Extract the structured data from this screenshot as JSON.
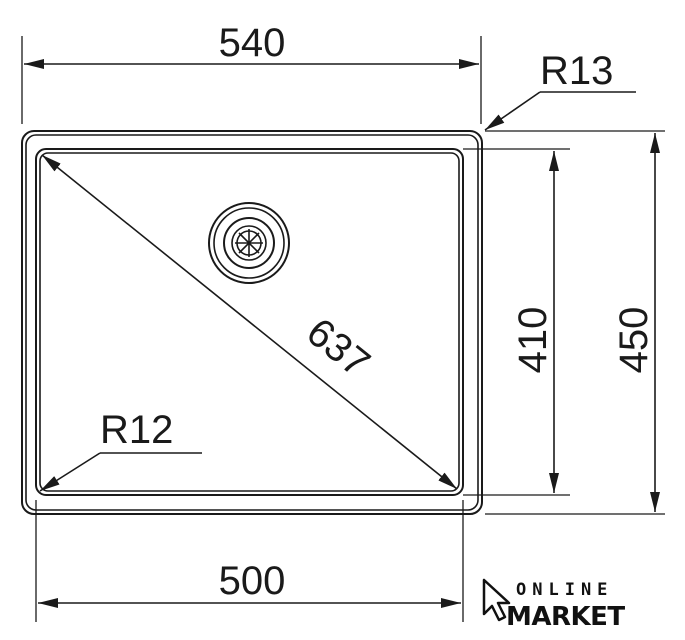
{
  "dimensions": {
    "outer_width": "540",
    "outer_radius": "R13",
    "bowl_height": "410",
    "outer_height": "450",
    "diagonal": "637",
    "inner_radius": "R12",
    "bowl_width": "500"
  },
  "logo": {
    "line1": "ONLINE",
    "line2": "MARKET",
    "icon": "cursor-arrow-icon"
  }
}
